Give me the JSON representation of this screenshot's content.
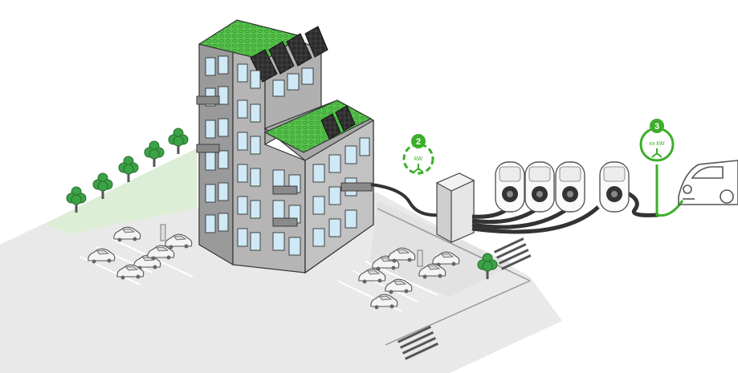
{
  "markers": {
    "grid_marker": {
      "number": "2",
      "unit": "kW"
    },
    "car_marker": {
      "number": "3",
      "unit": "xx kW"
    }
  },
  "colors": {
    "accent_green": "#3dae2b",
    "roof_green": "#55c24a",
    "grass_green": "#dcefd6",
    "ground": "#e9e9e9",
    "building_side": "#9a9a9a",
    "building_front": "#b5b5b5",
    "window": "#cfe9f6",
    "cable": "#333333"
  },
  "icons": [
    "building-icon",
    "solar-panel-icon",
    "tree-icon",
    "ev-charger-icon",
    "electric-cabinet-icon",
    "electric-car-icon",
    "parked-car-icon",
    "crosswalk-icon"
  ]
}
